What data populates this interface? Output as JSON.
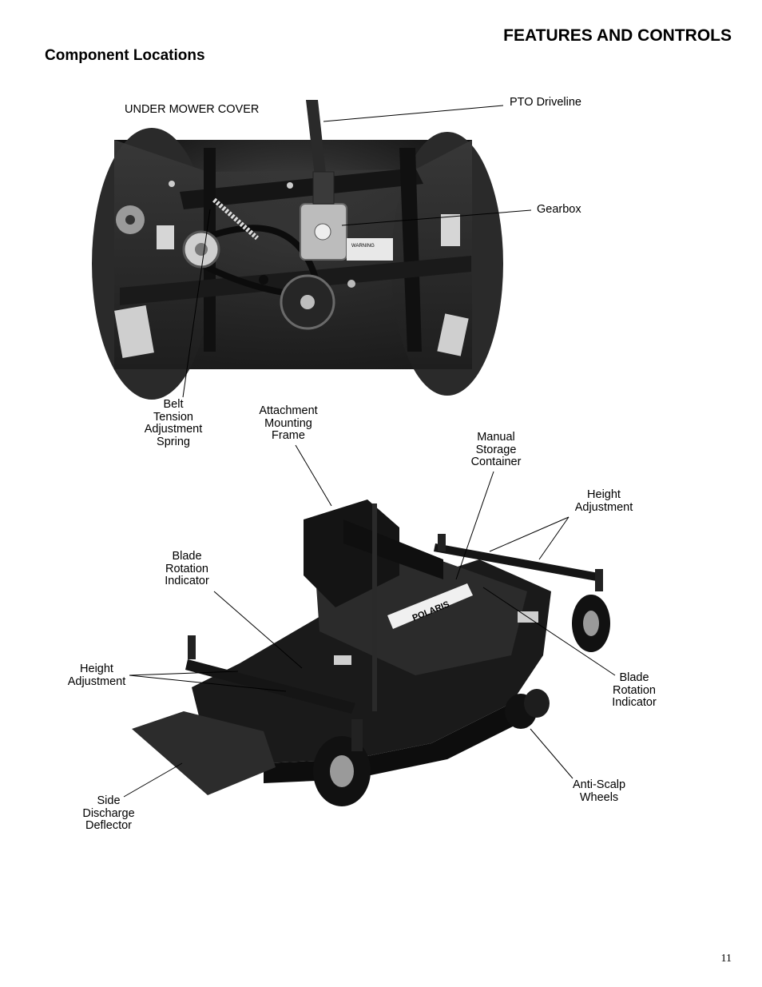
{
  "header": {
    "title": "FEATURES AND CONTROLS"
  },
  "section": {
    "title": "Component Locations"
  },
  "top_photo": {
    "caption": "UNDER MOWER COVER",
    "labels": {
      "pto": "PTO Driveline",
      "gearbox": "Gearbox",
      "belt_spring": "Belt\nTension\nAdjustment\nSpring"
    },
    "decal_text": "WARNING"
  },
  "bottom_photo": {
    "labels": {
      "attachment_frame": "Attachment\nMounting\nFrame",
      "manual_storage": "Manual\nStorage\nContainer",
      "height_adj_right": "Height\nAdjustment",
      "blade_rotation_left": "Blade\nRotation\nIndicator",
      "blade_rotation_right": "Blade\nRotation\nIndicator",
      "height_adj_left": "Height\nAdjustment",
      "anti_scalp": "Anti-Scalp\nWheels",
      "side_discharge": "Side\nDischarge\nDeflector"
    },
    "brand": "POLARIS"
  },
  "footer": {
    "page_number": "11"
  }
}
